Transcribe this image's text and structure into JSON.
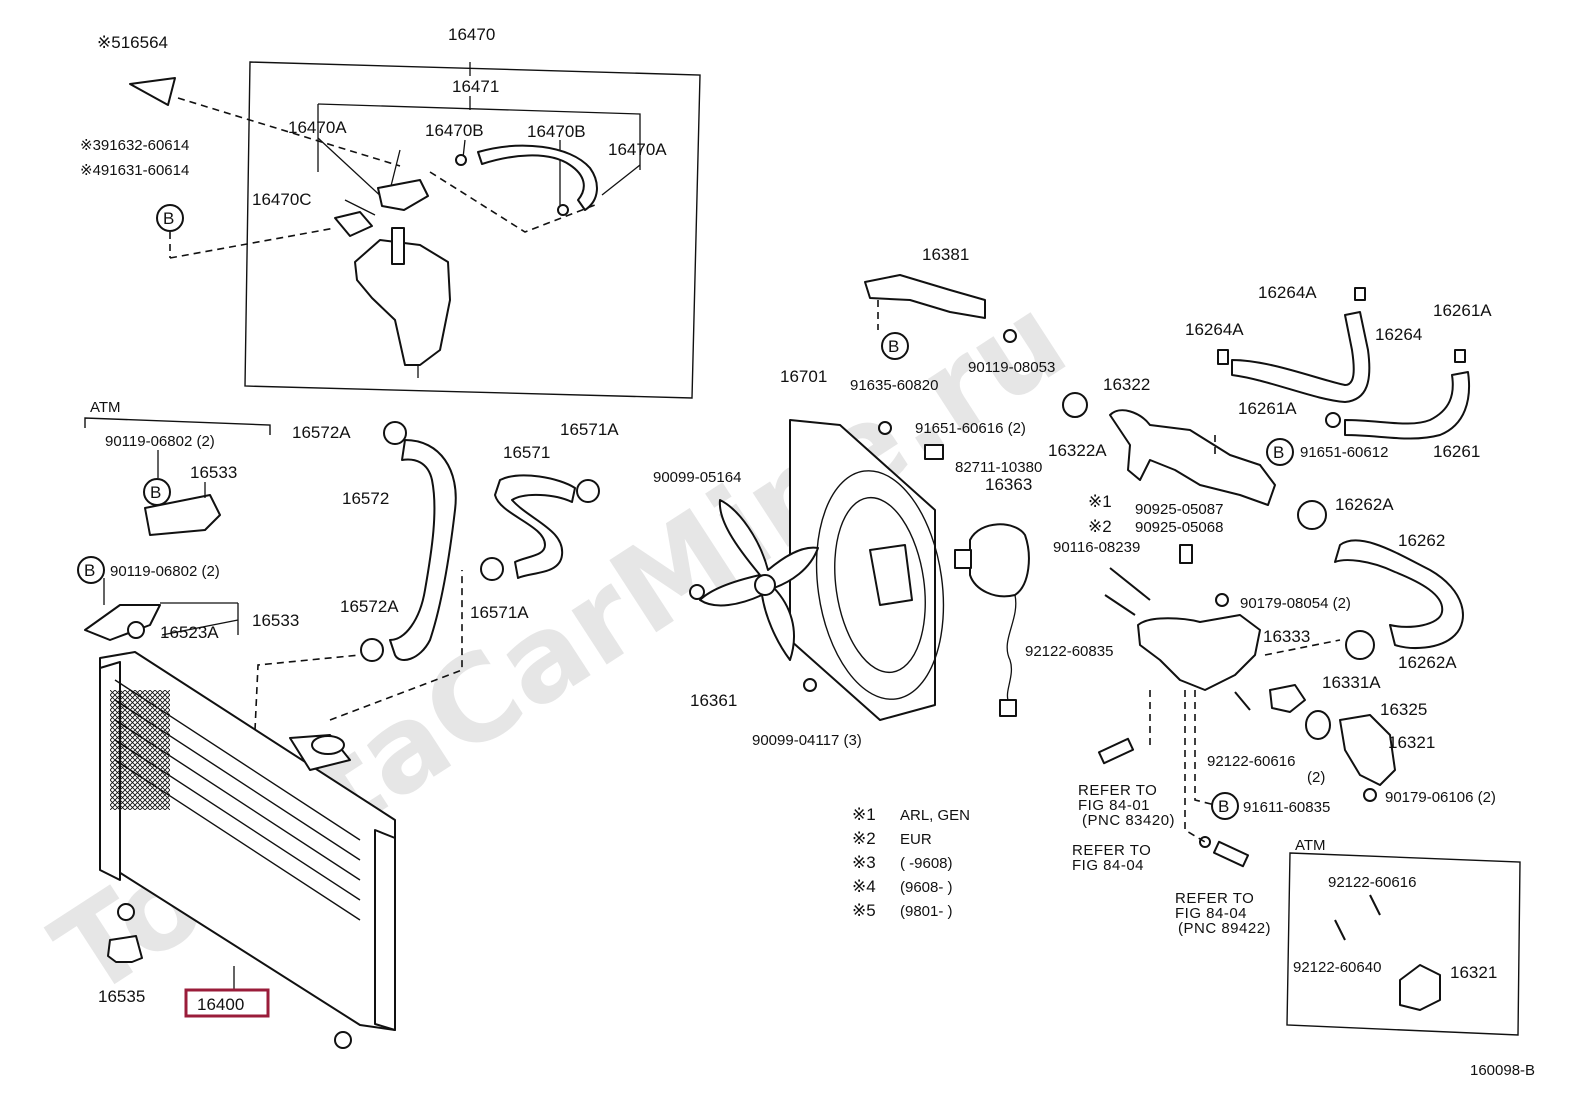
{
  "watermark": "ToyotaCarMine.ru",
  "figure_code": "160098-B",
  "parts": {
    "p16564": "※516564",
    "p16470": "16470",
    "p16471": "16471",
    "p16470a_l": "16470A",
    "p16470b_1": "16470B",
    "p16470b_2": "16470B",
    "p16470a_r": "16470A",
    "p16470c": "16470C",
    "p91632": "※391632-60614",
    "p91631": "※491631-60614",
    "atm_left": "ATM",
    "p90119_06802_a": "90119-06802 (2)",
    "p16533_a": "16533",
    "p90119_06802_b": "90119-06802 (2)",
    "p16533_b": "16533",
    "p16523a": "16523A",
    "p16572a_top": "16572A",
    "p16572": "16572",
    "p16572a_bot": "16572A",
    "p16571": "16571",
    "p16571a_top": "16571A",
    "p16571a_bot": "16571A",
    "p16535": "16535",
    "p16400": "16400",
    "p16381": "16381",
    "p91635": "91635-60820",
    "p90119_08053": "90119-08053",
    "p16701": "16701",
    "p91651_60616": "91651-60616 (2)",
    "p82711": "82711-10380",
    "p90099_05164": "90099-05164",
    "p16363": "16363",
    "p16361": "16361",
    "p90099_04117": "90099-04117 (3)",
    "p16264a_top": "16264A",
    "p16264": "16264",
    "p16264a": "16264A",
    "p16261a_top": "16261A",
    "p16322": "16322",
    "p16261a": "16261A",
    "p16322a": "16322A",
    "p91651_60612": "91651-60612",
    "p16261": "16261",
    "p16262a_top": "16262A",
    "p90925_05087": "90925-05087",
    "p90925_05068": "90925-05068",
    "p90116": "90116-08239",
    "p16262": "16262",
    "p90179_08054": "90179-08054 (2)",
    "p16333": "16333",
    "p92122_60835": "92122-60835",
    "p16262a_bot": "16262A",
    "p16331a": "16331A",
    "p16325": "16325",
    "p16321": "16321",
    "p92122_60616": "92122-60616",
    "p2": "(2)",
    "p91611": "91611-60835",
    "p90179_06106": "90179-06106 (2)",
    "atm_right": "ATM",
    "p92122_60616_b": "92122-60616",
    "p92122_60640": "92122-60640",
    "p16321_b": "16321",
    "ref_8401_l1": "REFER TO",
    "ref_8401_l2": "FIG 84-01",
    "ref_8401_l3": "(PNC 83420)",
    "ref_8404a_l1": "REFER TO",
    "ref_8404a_l2": "FIG 84-04",
    "ref_8404b_l1": "REFER TO",
    "ref_8404b_l2": "FIG 84-04",
    "ref_8404b_l3": "(PNC 89422)",
    "b": "B"
  },
  "notes": [
    {
      "mark": "※1",
      "text": "ARL, GEN"
    },
    {
      "mark": "※2",
      "text": "EUR"
    },
    {
      "mark": "※3",
      "text": "(      -9608)"
    },
    {
      "mark": "※4",
      "text": "(9608-        )"
    },
    {
      "mark": "※5",
      "text": "(9801-        )"
    }
  ],
  "star_marks": {
    "s1": "※1",
    "s2": "※2"
  }
}
